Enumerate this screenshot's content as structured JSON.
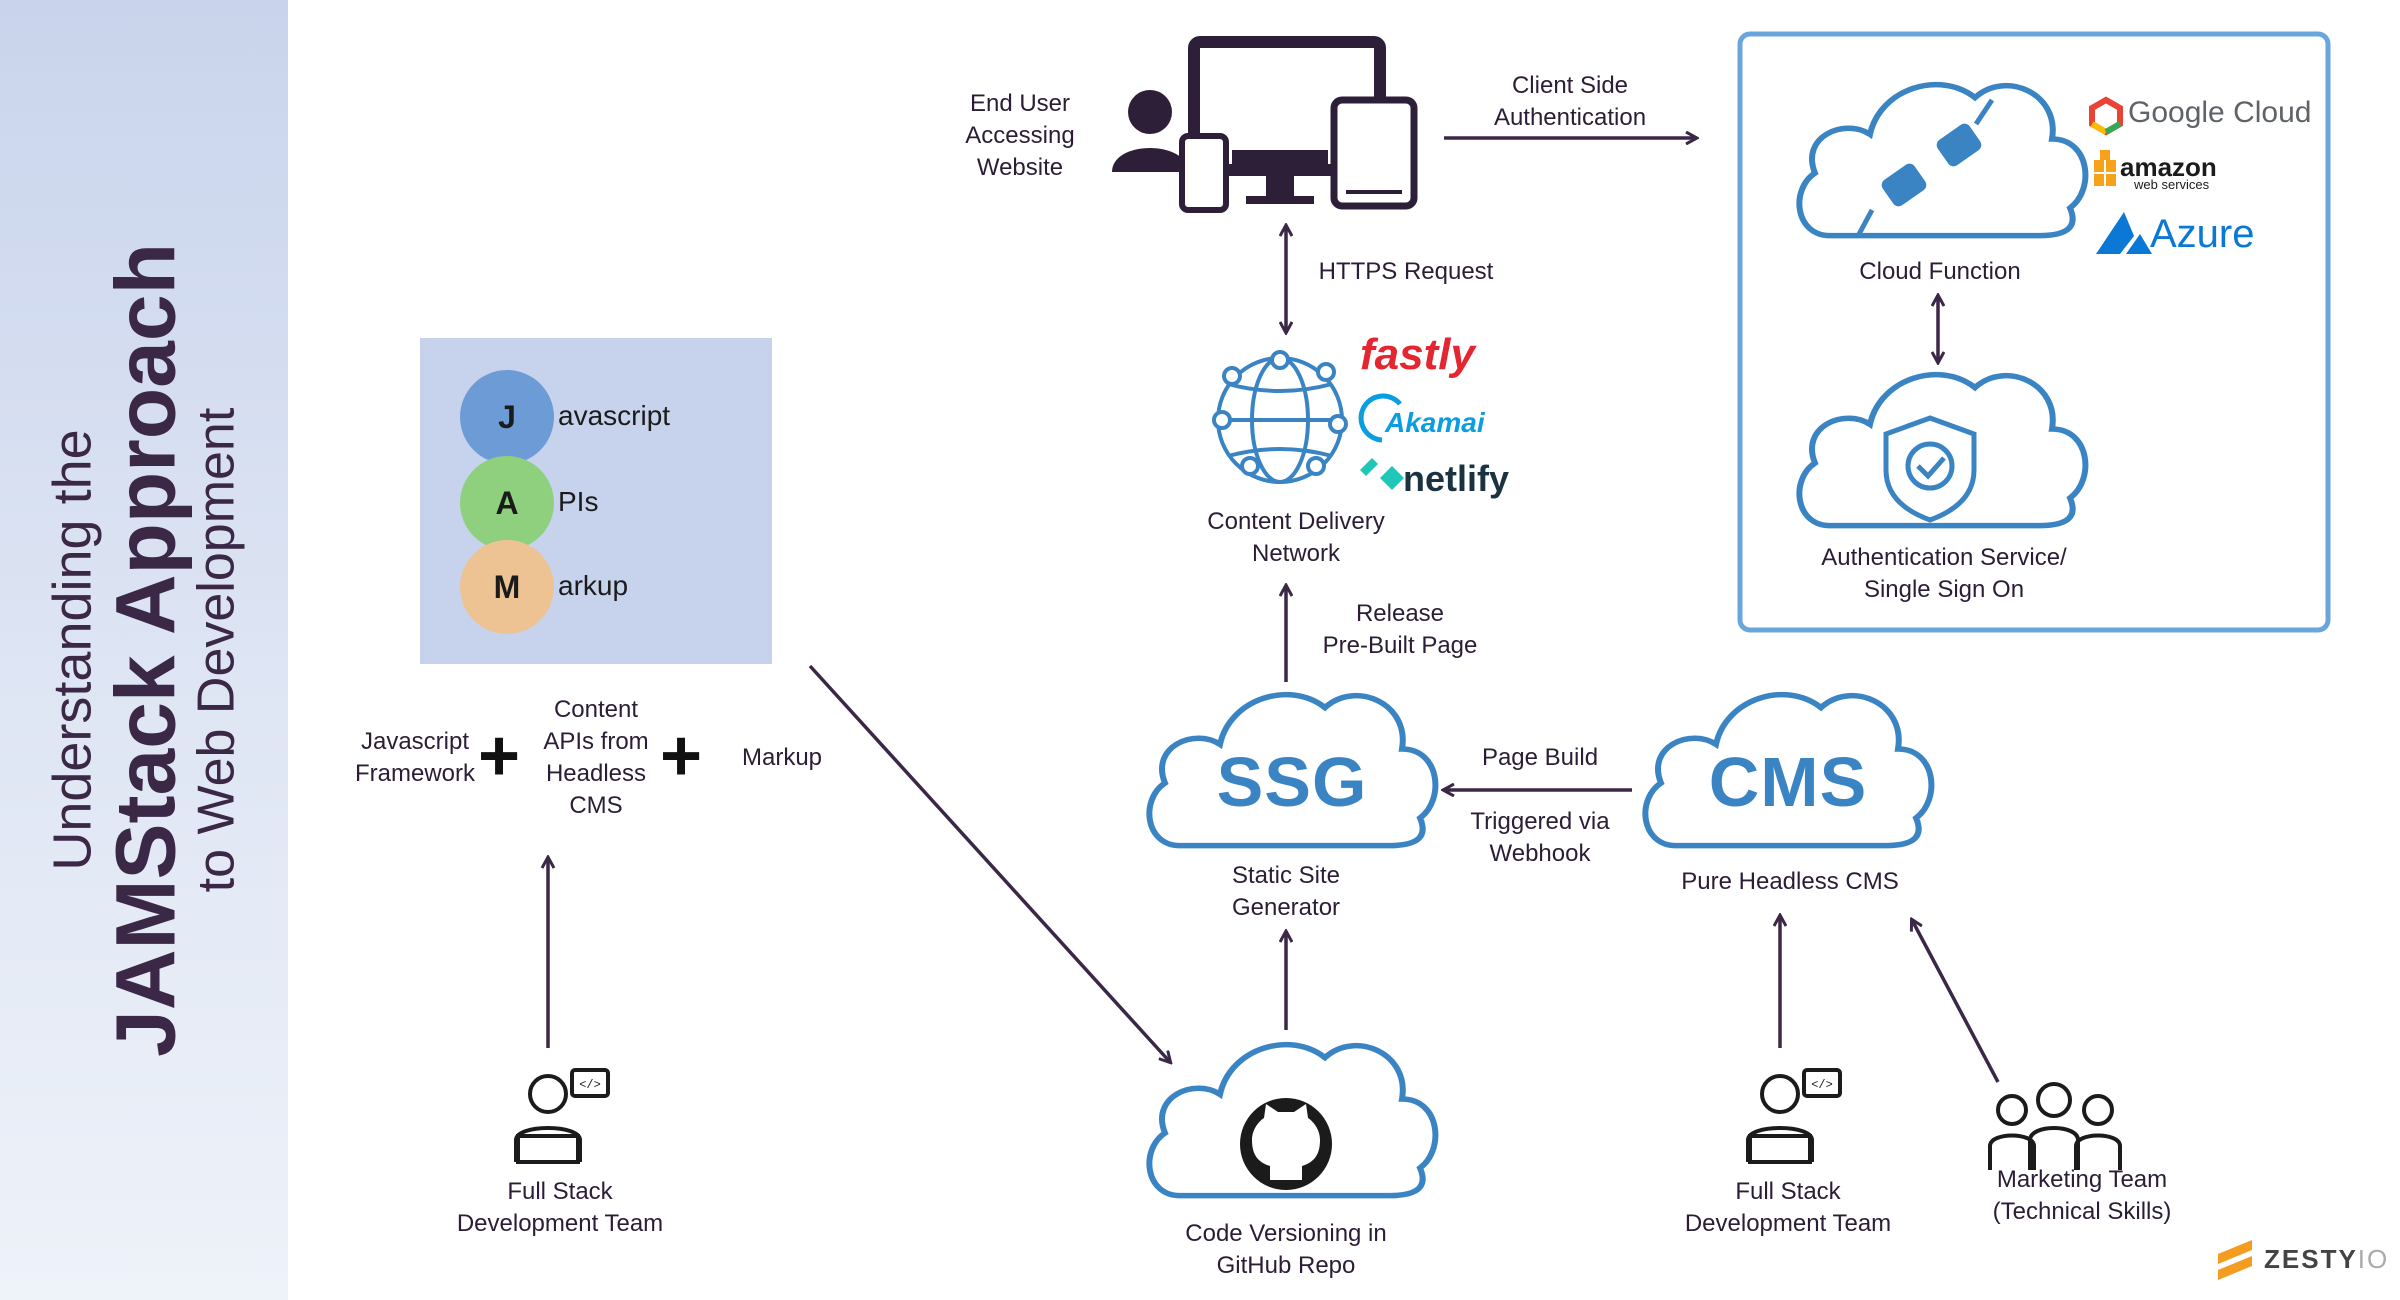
{
  "sidebar": {
    "line1": "Understanding the",
    "line2": "JAMStack Approach",
    "line3": "to Web Development"
  },
  "jam": {
    "items": [
      {
        "letter": "J",
        "word": "avascript",
        "color": "#6c9bd6"
      },
      {
        "letter": "A",
        "word": "PIs",
        "color": "#8fd07e"
      },
      {
        "letter": "M",
        "word": "arkup",
        "color": "#eec394"
      }
    ]
  },
  "equation": {
    "part1": "Javascript\nFramework",
    "part2": "Content\nAPIs from\nHeadless\nCMS",
    "part3": "Markup"
  },
  "nodes": {
    "end_user": "End User\nAccessing\nWebsite",
    "client_auth": "Client Side\nAuthentication",
    "https_request": "HTTPS Request",
    "cdn": "Content Delivery\nNetwork",
    "release": "Release\nPre-Built Page",
    "ssg_text": "SSG",
    "ssg_label": "Static Site\nGenerator",
    "page_build": "Page Build",
    "triggered": "Triggered via\nWebhook",
    "cms_text": "CMS",
    "cms_label": "Pure Headless CMS",
    "cloud_function": "Cloud Function",
    "auth_service": "Authentication Service/\nSingle Sign On",
    "github": "Code Versioning  in\nGitHub Repo",
    "dev_team_left": "Full Stack\nDevelopment Team",
    "dev_team_right": "Full Stack\nDevelopment Team",
    "marketing_team": "Marketing Team\n(Technical Skills)"
  },
  "logos": {
    "fastly": "fastly",
    "akamai": "Akamai",
    "netlify": "netlify",
    "google": "Google Cloud",
    "amazon": "amazon",
    "amazon_sub": "web services",
    "azure": "Azure",
    "zesty": "ZESTY",
    "zesty_io": "IO"
  },
  "colors": {
    "cloud_stroke": "#3b84c4",
    "arrow": "#3b2746",
    "sidebar_text": "#3b2746",
    "box_bg": "#c7d3ec",
    "auth_box_border": "#6aa6dc"
  }
}
